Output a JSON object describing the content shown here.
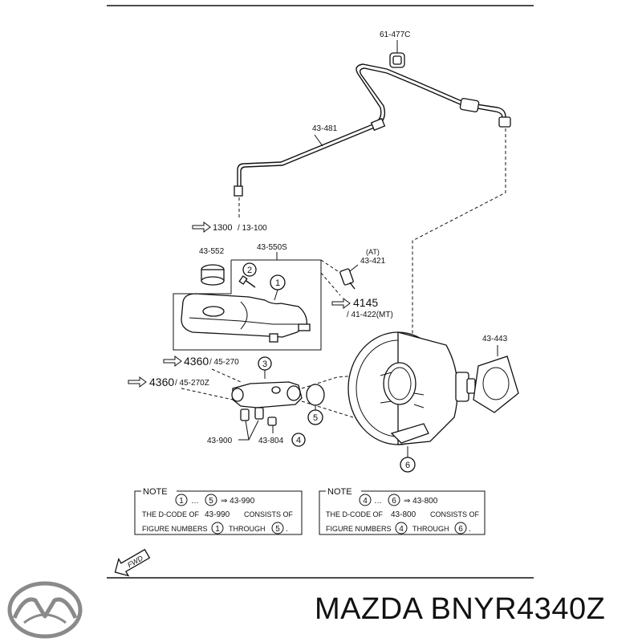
{
  "labels": {
    "hose_clip": "61-477C",
    "brake_pipe": "43-481",
    "ref1_main": "1300",
    "ref1_sub": "/ 13-100",
    "cap": "43-552",
    "reservoir_assy": "43-550S",
    "switch_at": "(AT)",
    "switch_code": "43-421",
    "ref2_main": "4145",
    "ref2_sub": "/ 41-422(MT)",
    "gasket": "43-443",
    "ref3_main": "4360",
    "ref3_sub": "/ 45-270",
    "ref4_main": "4360",
    "ref4_sub": "/ 45-270Z",
    "valve": "43-900",
    "nut": "43-804"
  },
  "callouts": [
    "1",
    "2",
    "3",
    "4",
    "5",
    "6"
  ],
  "note_left": {
    "title": "NOTE",
    "range_start": "1",
    "range_end": "5",
    "arrow_code": "⇒ 43-990",
    "line2_a": "THE D-CODE OF",
    "line2_code": "43-990",
    "line2_b": "CONSISTS OF",
    "line3_a": "FIGURE NUMBERS",
    "line3_b": "THROUGH",
    "from": "1",
    "to": "5"
  },
  "note_right": {
    "title": "NOTE",
    "range_start": "4",
    "range_end": "6",
    "arrow_code": "⇒ 43-800",
    "line2_a": "THE D-CODE OF",
    "line2_code": "43-800",
    "line2_b": "CONSISTS OF",
    "line3_a": "FIGURE NUMBERS",
    "line3_b": "THROUGH",
    "from": "4",
    "to": "6"
  },
  "fwd": "FWD",
  "footer": {
    "brand": "MAZDA",
    "part_number": "BNYR4340Z"
  }
}
